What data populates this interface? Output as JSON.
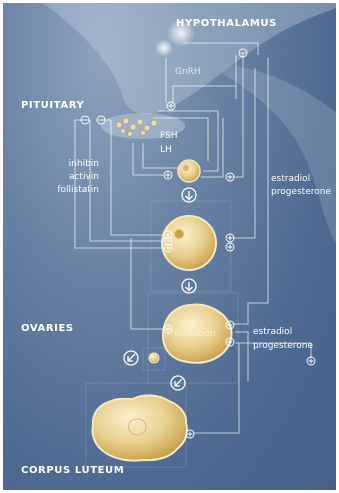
{
  "labels": {
    "hypothalamus": "HYPOTHALAMUS",
    "gnrh": "GnRH",
    "pituitary": "PITUITARY",
    "fsh": "FSH",
    "lh": "LH",
    "inhibin": "inhibin",
    "activin": "activin",
    "follistatin": "follistatin",
    "estradiol_top": "estradiol",
    "progesterone_top": "progesterone",
    "ovaries": "OVARIES",
    "ovulation": "ovulation",
    "estradiol_bottom": "estradiol",
    "progesterone_bottom": "progesterone",
    "corpus_luteum": "CORPUS LUTEUM"
  },
  "colors": {
    "background": "#5a7398",
    "line": "#ffffff",
    "follicle": "#e8cf8e",
    "follicle_rim": "#c9a24a",
    "label": "#ffffff"
  },
  "icons": [
    "arrow-down-icon",
    "arrow-down-left-icon",
    "plus-circle-icon",
    "minus-circle-icon"
  ]
}
